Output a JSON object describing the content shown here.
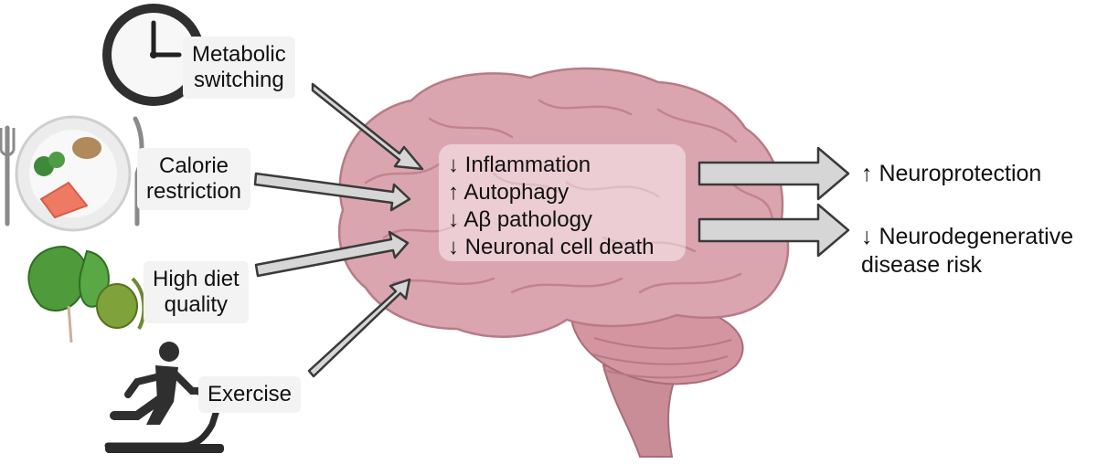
{
  "factors": {
    "metabolic": [
      "Metabolic",
      "switching"
    ],
    "calorie": [
      "Calorie",
      "restriction"
    ],
    "diet": [
      "High diet",
      "quality"
    ],
    "exercise": [
      "Exercise"
    ]
  },
  "effects": [
    "↓ Inflammation",
    "↑ Autophagy",
    "↓ Aβ pathology",
    "↓ Neuronal cell death"
  ],
  "outcomes": {
    "neuroprotection": [
      "↑ Neuroprotection"
    ],
    "risk": [
      "↓ Neurodegenerative",
      "disease risk"
    ]
  },
  "colors": {
    "brain": "#d9a3ad",
    "brain_dark": "#b97a86",
    "arrow_fill": "#d6d6d6",
    "arrow_stroke": "#3a3a3a",
    "label_bg": "#f3f3f3"
  },
  "icons": [
    "clock-icon",
    "plate-icon",
    "vegetables-icon",
    "treadmill-runner-icon",
    "brain-icon"
  ]
}
